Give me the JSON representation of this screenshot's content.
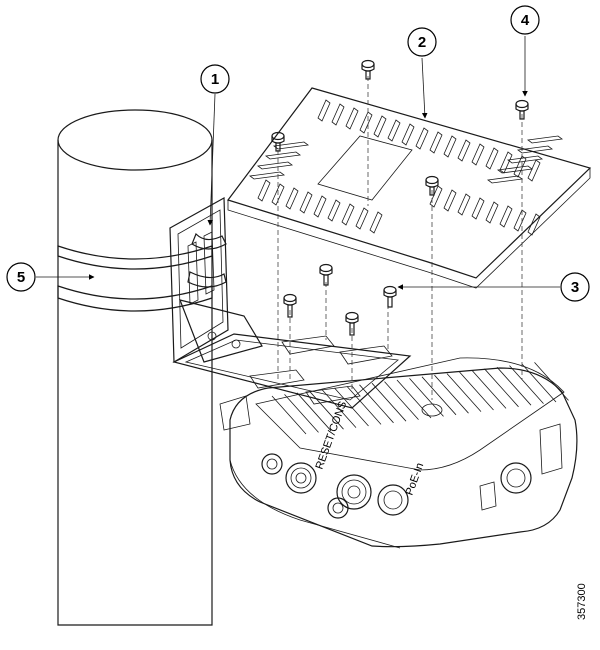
{
  "figure": {
    "figure_id": "357300",
    "callouts": [
      {
        "label": "1"
      },
      {
        "label": "2"
      },
      {
        "label": "3"
      },
      {
        "label": "4"
      },
      {
        "label": "5"
      }
    ],
    "unit_port_labels": [
      "RESET/CONS",
      "PoE-In"
    ]
  }
}
